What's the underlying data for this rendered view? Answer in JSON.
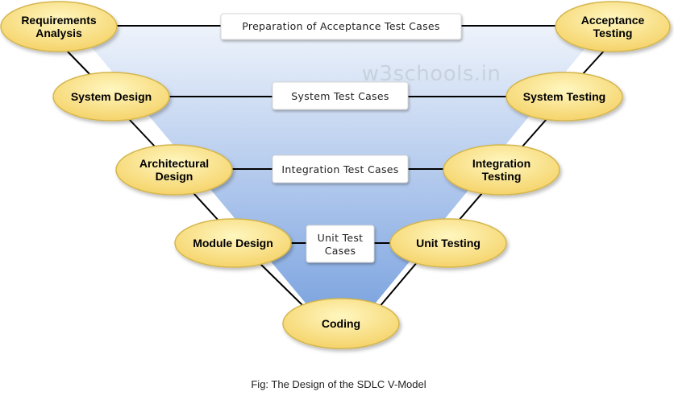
{
  "watermark": "w3schools.in",
  "caption": "Fig: The Design of the SDLC V-Model",
  "left_phases": [
    {
      "lines": [
        "Requirements",
        "Analysis"
      ]
    },
    {
      "lines": [
        "System Design"
      ]
    },
    {
      "lines": [
        "Architectural",
        "Design"
      ]
    },
    {
      "lines": [
        "Module Design"
      ]
    }
  ],
  "bottom_phase": {
    "lines": [
      "Coding"
    ]
  },
  "right_phases": [
    {
      "lines": [
        "Acceptance",
        "Testing"
      ]
    },
    {
      "lines": [
        "System Testing"
      ]
    },
    {
      "lines": [
        "Integration",
        "Testing"
      ]
    },
    {
      "lines": [
        "Unit Testing"
      ]
    }
  ],
  "test_cases": [
    {
      "lines": [
        "Preparation of Acceptance Test Cases"
      ]
    },
    {
      "lines": [
        "System Test Cases"
      ]
    },
    {
      "lines": [
        "Integration Test Cases"
      ]
    },
    {
      "lines": [
        "Unit Test",
        "Cases"
      ]
    }
  ],
  "colors": {
    "node_fill_top": "#fff7c0",
    "node_fill_bottom": "#f5d36a",
    "node_stroke": "#d4b64e",
    "v_fill_top": "#eef3fb",
    "v_fill_bottom": "#7ea5e0",
    "connector": "#000000"
  }
}
